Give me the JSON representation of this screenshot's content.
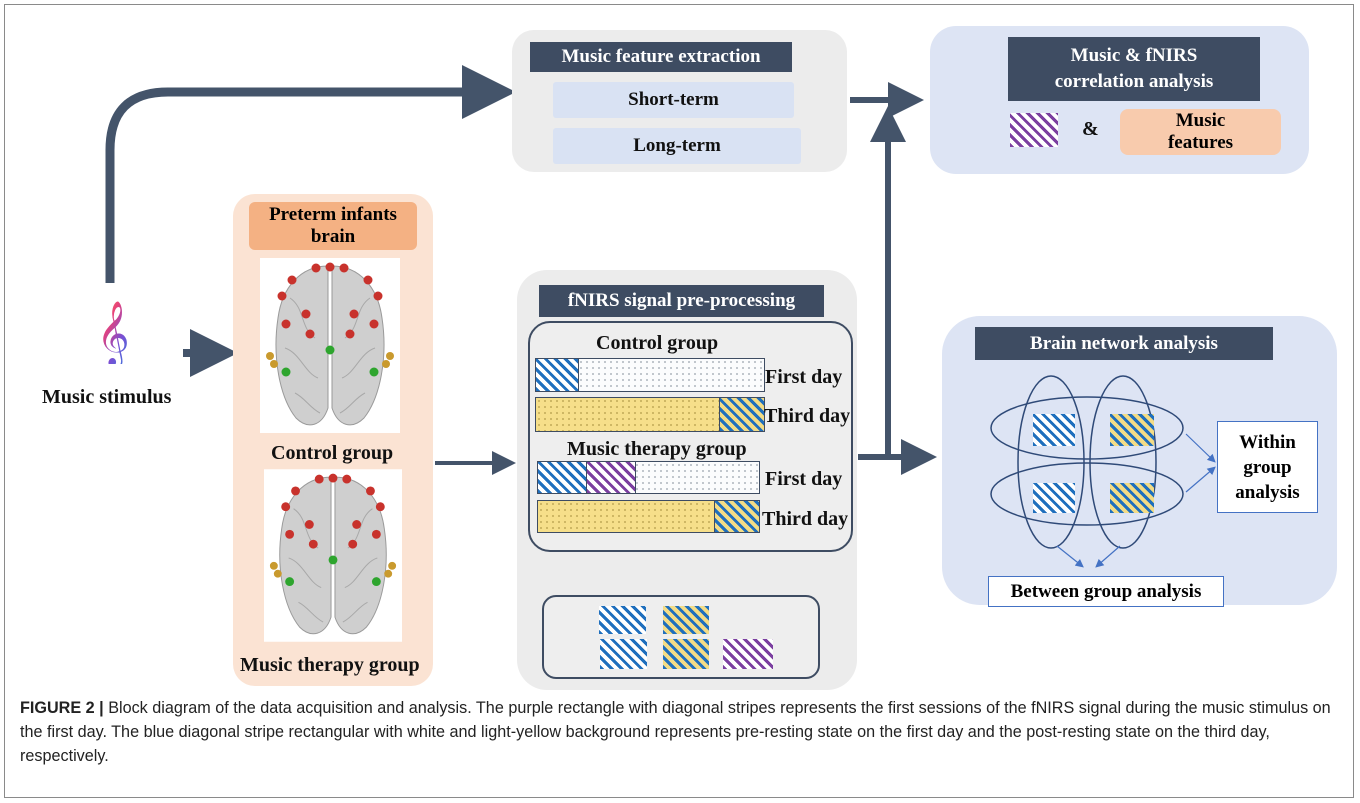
{
  "music_feature": {
    "title": "Music feature extraction",
    "short": "Short-term",
    "long": "Long-term"
  },
  "correlation": {
    "title": "Music & fNIRS correlation analysis",
    "amp": "&",
    "features": "Music features"
  },
  "stimulus": {
    "label": "Music stimulus"
  },
  "brain": {
    "title": "Preterm infants brain",
    "control": "Control group",
    "therapy": "Music therapy group"
  },
  "fnirs": {
    "title": "fNIRS signal pre-processing",
    "control_title": "Control group",
    "therapy_title": "Music therapy group",
    "first_day": "First day",
    "third_day": "Third day"
  },
  "network": {
    "title": "Brain network analysis",
    "within": "Within group analysis",
    "between": "Between group analysis"
  },
  "caption": {
    "label": "FIGURE 2 |",
    "text": "Block diagram of the data acquisition and analysis. The purple rectangle with diagonal stripes represents the first sessions of the fNIRS signal during the music stimulus on the first day. The blue diagonal stripe rectangular with white and light-yellow background represents pre-resting state on the first day and the post-resting state on the third day, respectively."
  },
  "colors": {
    "header": "#3e4c62",
    "panel_gray": "#ececec",
    "panel_blue": "#dde4f4",
    "panel_peach": "#fbe3d3",
    "stripe_blue": "#1f6fbd",
    "stripe_purple": "#7b3fa0",
    "yellow": "#f6df8a",
    "peach_box": "#f8cbad"
  },
  "icons": {
    "stimulus": "treble-clef-icon"
  }
}
